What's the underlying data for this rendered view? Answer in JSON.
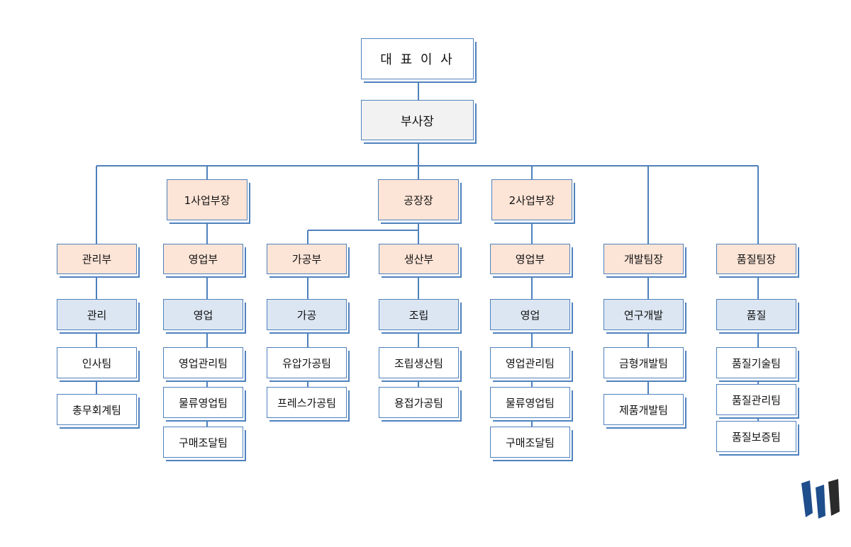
{
  "org": {
    "ceo": "대 표 이 사",
    "vice_president": "부사장",
    "div1": "1사업부장",
    "factory": "공장장",
    "div2": "2사업부장",
    "admin_dept": "관리부",
    "sales1_dept": "영업부",
    "processing_dept": "가공부",
    "production_dept": "생산부",
    "sales2_dept": "영업부",
    "dev_lead": "개발팀장",
    "quality_lead": "품질팀장",
    "admin_func": "관리",
    "sales1_func": "영업",
    "processing_func": "가공",
    "assembly_func": "조립",
    "sales2_func": "영업",
    "rnd_func": "연구개발",
    "quality_func": "품질",
    "admin_teams": [
      "인사팀",
      "총무회계팀"
    ],
    "sales1_teams": [
      "영업관리팀",
      "물류영업팀",
      "구매조달팀"
    ],
    "processing_teams": [
      "유압가공팀",
      "프레스가공팀"
    ],
    "assembly_teams": [
      "조립생산팀",
      "용접가공팀"
    ],
    "sales2_teams": [
      "영업관리팀",
      "물류영업팀",
      "구매조달팀"
    ],
    "dev_teams": [
      "금형개발팀",
      "제품개발팀"
    ],
    "quality_teams": [
      "품질기술팀",
      "품질관리팀",
      "품질보증팀"
    ]
  },
  "colors": {
    "line": "#4f81bd",
    "peach": "#fce4d6",
    "light_blue": "#dce6f2",
    "logo_blue": "#1f4e8c",
    "logo_dark": "#2b2b2b"
  }
}
